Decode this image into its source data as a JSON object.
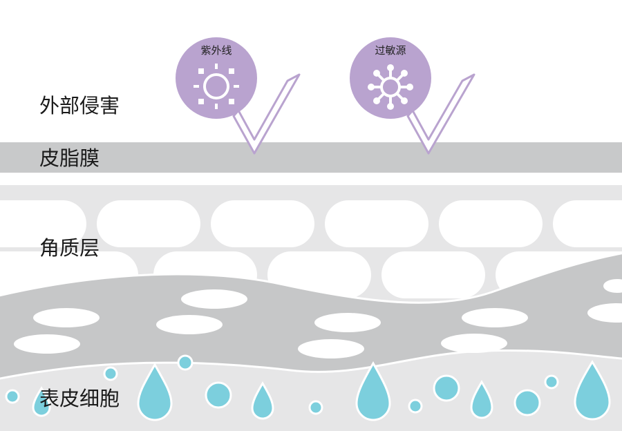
{
  "layers": {
    "external": "外部侵害",
    "sebum": "皮脂膜",
    "stratum": "角质层",
    "epidermis": "表皮细胞"
  },
  "threats": [
    {
      "label": "紫外线",
      "icon": "sun-icon"
    },
    {
      "label": "过敏源",
      "icon": "virus-icon"
    }
  ],
  "colors": {
    "badge": "#b9a3cf",
    "badge_icon": "#ffffff",
    "sebum_band": "#c8c9ca",
    "stratum_bg": "#e6e6e7",
    "epidermis_wave": "#c6c7c8",
    "droplet": "#7ccfdd"
  }
}
